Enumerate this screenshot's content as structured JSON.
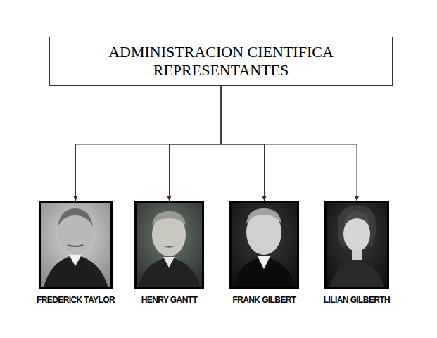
{
  "diagram": {
    "nodes": [
      {
        "text": [
          "ADMINISTRACION CIENTIFICA REPRESENTANTES"
        ]
      },
      {
        "text": [
          "FREDERICK TAYLOR"
        ]
      },
      {
        "text": [
          "HENRY GANTT"
        ]
      },
      {
        "text": [
          "FRANK GILBERT"
        ]
      },
      {
        "text": [
          "LILIAN GILBERTH"
        ]
      }
    ],
    "edges": [
      {
        "from": 0,
        "to": 1,
        "arrow": "to"
      },
      {
        "from": 0,
        "to": 2,
        "arrow": "to"
      },
      {
        "from": 0,
        "to": 3,
        "arrow": "to"
      },
      {
        "from": 0,
        "to": 4,
        "arrow": "to"
      }
    ]
  }
}
